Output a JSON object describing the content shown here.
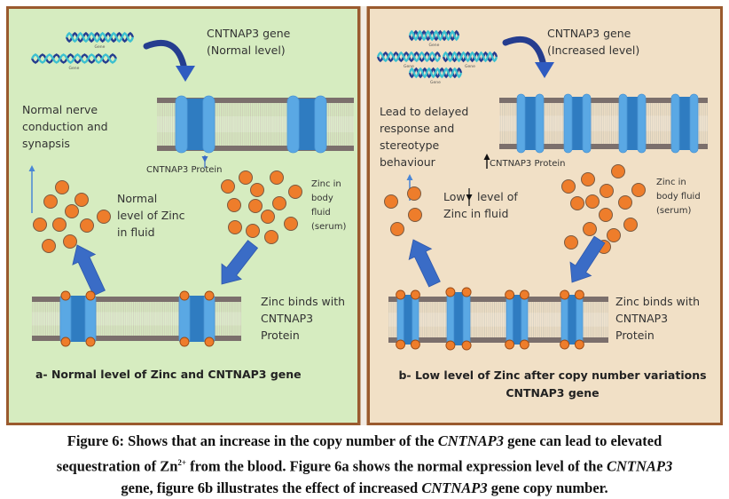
{
  "panel_a": {
    "gene_label": "CNTNAP3 gene\n(Normal level)",
    "gene_copies": 2,
    "dna_tag": "Gene",
    "outcome_label": "Normal nerve\nconduction and\nsynapsis",
    "protein_label": "CNTNAP3 Protein",
    "fluid_zinc_label": "Normal\nlevel of Zinc\nin fluid",
    "serum_zinc_label": "Zinc in\nbody\nfluid\n(serum)",
    "binding_label": "Zinc binds with\nCNTNAP3\nProtein",
    "title": "a- Normal level of Zinc and CNTNAP3 gene",
    "membrane_proteins": 2
  },
  "panel_b": {
    "gene_label": "CNTNAP3 gene\n(Increased level)",
    "gene_copies": 4,
    "dna_tag": "Gene",
    "outcome_label": "Lead to delayed\nresponse and\nstereotype\nbehaviour",
    "protein_label": "CNTNAP3 Protein",
    "protein_change": "increased",
    "fluid_zinc_label_pre": "Low",
    "fluid_zinc_label_post": "level of\nZinc in fluid",
    "fluid_zinc_change": "decreased",
    "serum_zinc_label": "Zinc in\nbody fluid\n(serum)",
    "binding_label": "Zinc binds with\nCNTNAP3\nProtein",
    "title": "b-   Low level of Zinc after copy number variations\nCNTNAP3 gene",
    "membrane_proteins": 4
  },
  "caption": {
    "line1_a": "Figure 6: Shows that an increase in the copy number of the ",
    "gene_italic": "CNTNAP3",
    "line1_b": " gene can lead to elevated",
    "line2_a": "sequestration of Zn",
    "superscript": "2+",
    "line2_b": " from the blood. Figure 6a shows the normal expression level of the ",
    "line3_a": "gene, figure 6b illustrates the effect of increased ",
    "line3_b": " gene copy number."
  },
  "colors": {
    "panel_a_bg": "#d6ecc0",
    "panel_b_bg": "#f1e0c6",
    "border": "#9a5a2e",
    "zinc": "#ee7d2b",
    "protein_light": "#5aa8e4",
    "protein_dark": "#2f7cc1",
    "arrow_blue": "#3a6cc6",
    "dna_dark": "#253d8f",
    "dna_light": "#3cc0cf"
  }
}
